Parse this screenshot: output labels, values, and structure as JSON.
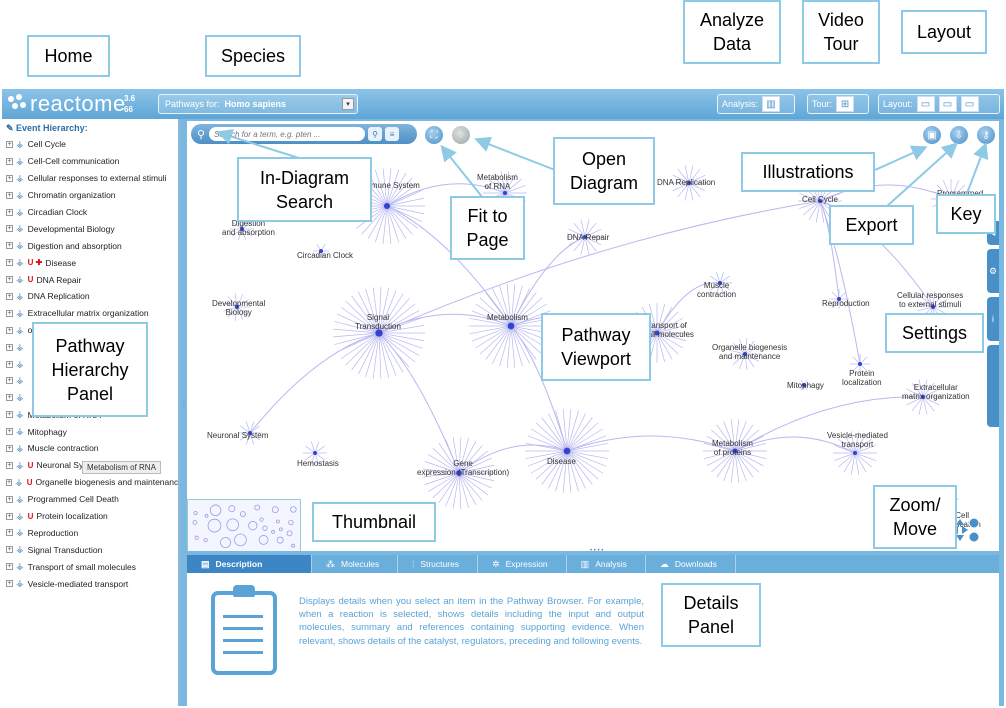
{
  "app": {
    "logo_text": "reactome",
    "version_line1": "3.6",
    "version_line2": "66",
    "species_label": "Pathways for:",
    "species_value": "Homo sapiens",
    "analysis_label": "Analysis:",
    "tour_label": "Tour:",
    "layout_label": "Layout:"
  },
  "hierarchy": {
    "title": "Event Hierarchy:",
    "items": [
      {
        "label": "Cell Cycle"
      },
      {
        "label": "Cell-Cell communication"
      },
      {
        "label": "Cellular responses to external stimuli"
      },
      {
        "label": "Chromatin organization"
      },
      {
        "label": "Circadian Clock"
      },
      {
        "label": "Developmental Biology"
      },
      {
        "label": "Digestion and absorption"
      },
      {
        "label": "Disease"
      },
      {
        "label": "DNA Repair"
      },
      {
        "label": "DNA Replication"
      },
      {
        "label": "Extracellular matrix organization"
      },
      {
        "label": "on)"
      },
      {
        "label": ""
      },
      {
        "label": ""
      },
      {
        "label": ""
      },
      {
        "label": ""
      },
      {
        "label": "Metabolism of RNA"
      },
      {
        "label": "Mitophagy"
      },
      {
        "label": "Muscle contraction"
      },
      {
        "label": "Neuronal System"
      },
      {
        "label": "Organelle biogenesis and maintenance"
      },
      {
        "label": "Programmed Cell Death"
      },
      {
        "label": "Protein localization"
      },
      {
        "label": "Reproduction"
      },
      {
        "label": "Signal Transduction"
      },
      {
        "label": "Transport of small molecules"
      },
      {
        "label": "Vesicle-mediated transport"
      }
    ],
    "tooltip": "Metabolism of RNA"
  },
  "viewport": {
    "search_placeholder": "Search for a term, e.g. pten ...",
    "nodes": [
      {
        "label": "Immune System"
      },
      {
        "label": "Metabolism\nof RNA"
      },
      {
        "label": "DNA Replication"
      },
      {
        "label": "Cell Cycle"
      },
      {
        "label": "Programmed\nCell Death"
      },
      {
        "label": "Digestion\nand absorption"
      },
      {
        "label": "DNA Repair"
      },
      {
        "label": "Circadian Clock"
      },
      {
        "label": "Developmental\nBiology"
      },
      {
        "label": "Signal\nTransduction"
      },
      {
        "label": "Metabolism"
      },
      {
        "label": "Transport of\nsmall molecules"
      },
      {
        "label": "Muscle\ncontraction"
      },
      {
        "label": "Reproduction"
      },
      {
        "label": "Cellular responses\nto external stimuli"
      },
      {
        "label": "Organelle biogenesis\nand maintenance"
      },
      {
        "label": "Mitophagy"
      },
      {
        "label": "Protein\nlocalization"
      },
      {
        "label": "Extracellular\nmatrix organization"
      },
      {
        "label": "Neuronal System"
      },
      {
        "label": "Hemostasis"
      },
      {
        "label": "Gene\nexpression (Transcription)"
      },
      {
        "label": "Disease"
      },
      {
        "label": "Metabolism\nof proteins"
      },
      {
        "label": "Vesicle-mediated\ntransport"
      },
      {
        "label": "Cell-Cell\ncommunication"
      }
    ]
  },
  "details": {
    "tabs": [
      {
        "label": "Description",
        "icon": "clipboard-icon"
      },
      {
        "label": "Molecules",
        "icon": "molecules-icon"
      },
      {
        "label": "Structures",
        "icon": "structures-icon"
      },
      {
        "label": "Expression",
        "icon": "expression-icon"
      },
      {
        "label": "Analysis",
        "icon": "analysis-icon"
      },
      {
        "label": "Downloads",
        "icon": "cloud-download-icon"
      }
    ],
    "description": "Displays details when you select an item in the Pathway Browser. For example, when a reaction is selected, shows details including the input and output molecules, summary and references containing supporting evidence. When relevant, shows details of the catalyst, regulators, preceding and following events."
  },
  "callouts": {
    "home": "Home",
    "species": "Species",
    "analyze": "Analyze\nData",
    "video": "Video\nTour",
    "layout": "Layout",
    "in_diagram": "In-Diagram\nSearch",
    "open_diagram": "Open\nDiagram",
    "illustrations": "Illustrations",
    "export": "Export",
    "key": "Key",
    "fit": "Fit to\nPage",
    "settings": "Settings",
    "hierarchy_panel": "Pathway\nHierarchy\nPanel",
    "pathway_viewport": "Pathway\nViewport",
    "thumbnail": "Thumbnail",
    "zoom": "Zoom/\nMove",
    "details_panel": "Details\nPanel"
  },
  "colors": {
    "accent": "#4a90c8",
    "callout_border": "#8ecae6",
    "diagram_stroke": "#b8b8f0"
  }
}
